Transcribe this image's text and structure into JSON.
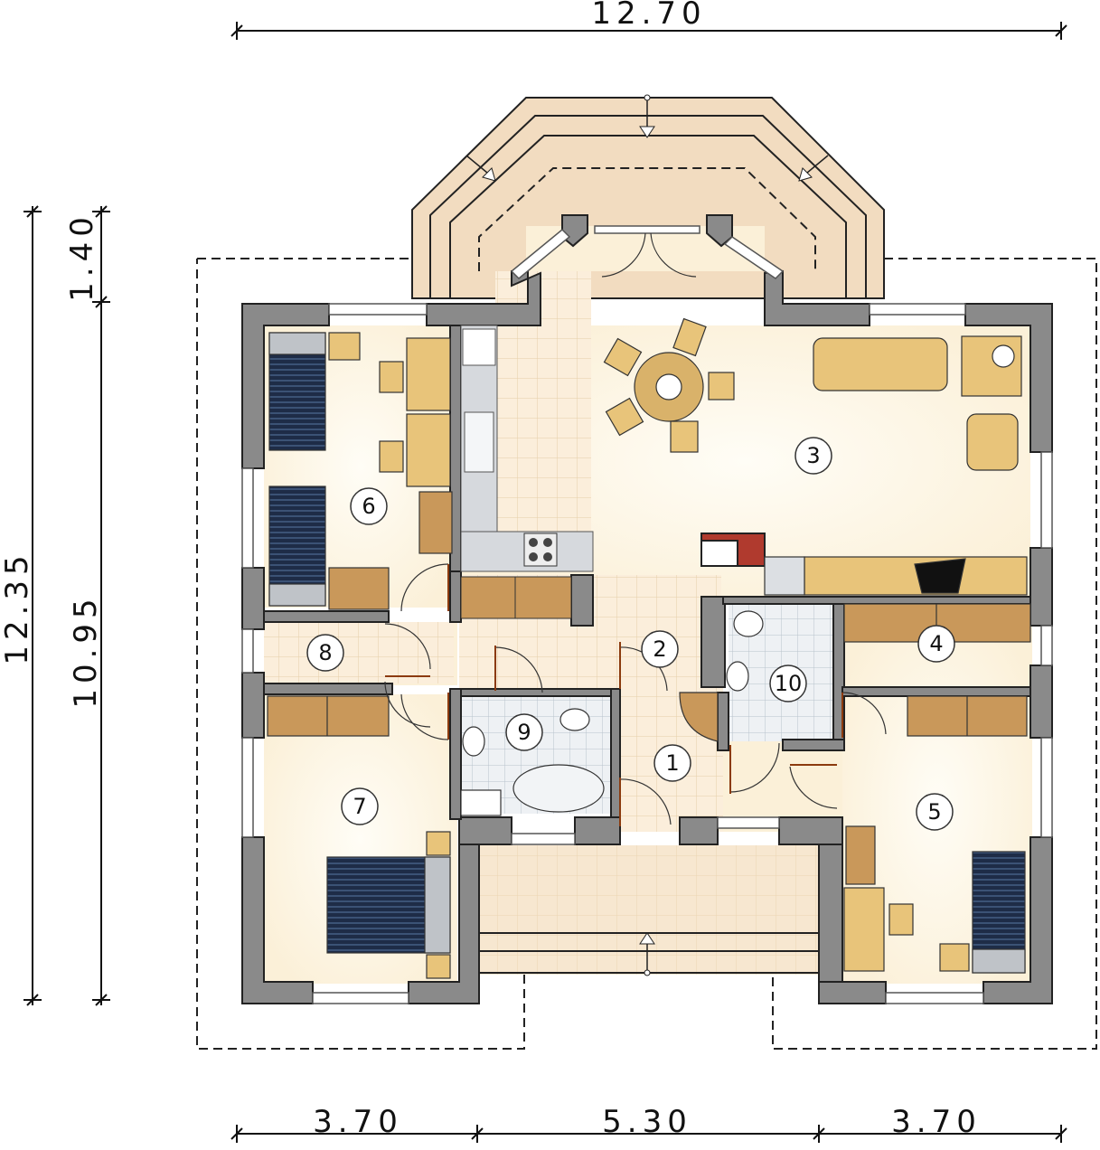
{
  "dimensions": {
    "top_total": "12.70",
    "left_total": "12.35",
    "left_top": "1.40",
    "left_main": "10.95",
    "bottom_left": "3.70",
    "bottom_mid": "5.30",
    "bottom_right": "3.70"
  },
  "rooms": [
    "1",
    "2",
    "3",
    "4",
    "5",
    "6",
    "7",
    "8",
    "9",
    "10"
  ],
  "colors": {
    "wall": "#8a8a8a",
    "wall_edge": "#222222",
    "floor": "#fbf3e1",
    "tile": "#f6e6cc",
    "terrace": "#f3e0c8",
    "furniture": "#d9b26a",
    "bed": "#1f2f4a",
    "bath_tile": "#dfe4ea",
    "door": "#8b3a0e"
  }
}
